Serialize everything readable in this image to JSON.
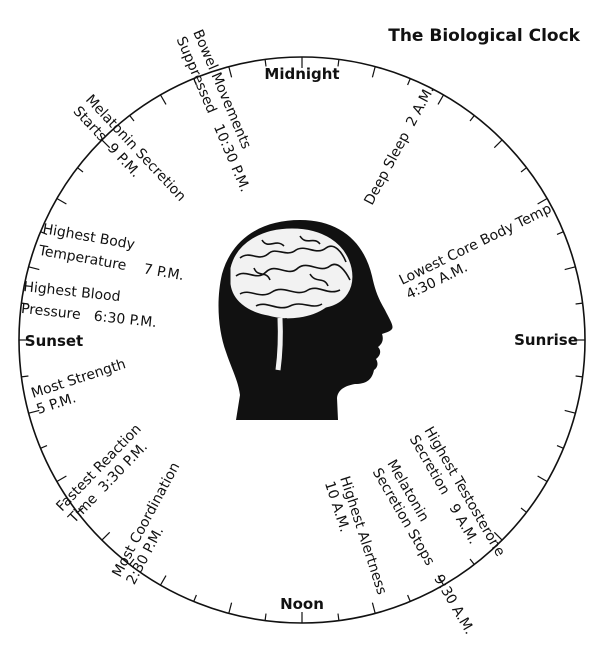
{
  "title": "The Biological Clock",
  "cardinal": {
    "midnight": "Midnight",
    "sunrise": "Sunrise",
    "noon": "Noon",
    "sunset": "Sunset"
  },
  "events": [
    {
      "id": "deep-sleep",
      "lines": [
        "Deep Sleep  2 A.M."
      ]
    },
    {
      "id": "lowest-core-temp",
      "lines": [
        "Lowest Core Body Temp",
        "4:30 A.M."
      ]
    },
    {
      "id": "highest-testosterone",
      "lines": [
        "Highest Testosterone",
        "Secretion   9 A.M."
      ]
    },
    {
      "id": "melatonin-stops",
      "lines": [
        "Melatonin",
        "Secretion Stops   9:30 A.M."
      ]
    },
    {
      "id": "highest-alertness",
      "lines": [
        "Highest Alertness",
        "10 A.M."
      ]
    },
    {
      "id": "most-coordination",
      "lines": [
        "Most Coordination",
        "2:30 P.M."
      ]
    },
    {
      "id": "fastest-reaction",
      "lines": [
        "Fastest Reaction",
        "Time  3:30 P.M."
      ]
    },
    {
      "id": "most-strength",
      "lines": [
        "Most Strength",
        "5 P.M."
      ]
    },
    {
      "id": "highest-blood-pressure",
      "lines": [
        "Highest Blood",
        "Pressure   6:30 P.M."
      ]
    },
    {
      "id": "highest-body-temp",
      "lines": [
        "Highest Body",
        "Temperature    7 P.M."
      ]
    },
    {
      "id": "melatonin-starts",
      "lines": [
        "Melatonin Secretion",
        "Starts  9 P.M."
      ]
    },
    {
      "id": "bowel-suppressed",
      "lines": [
        "Bowel Movements",
        "Suppressed   10:30 P.M."
      ]
    }
  ],
  "colors": {
    "ink": "#111111",
    "background": "#ffffff",
    "brain": "#f2f2f2"
  },
  "icons": {
    "center": "head-silhouette-with-brain-icon"
  }
}
